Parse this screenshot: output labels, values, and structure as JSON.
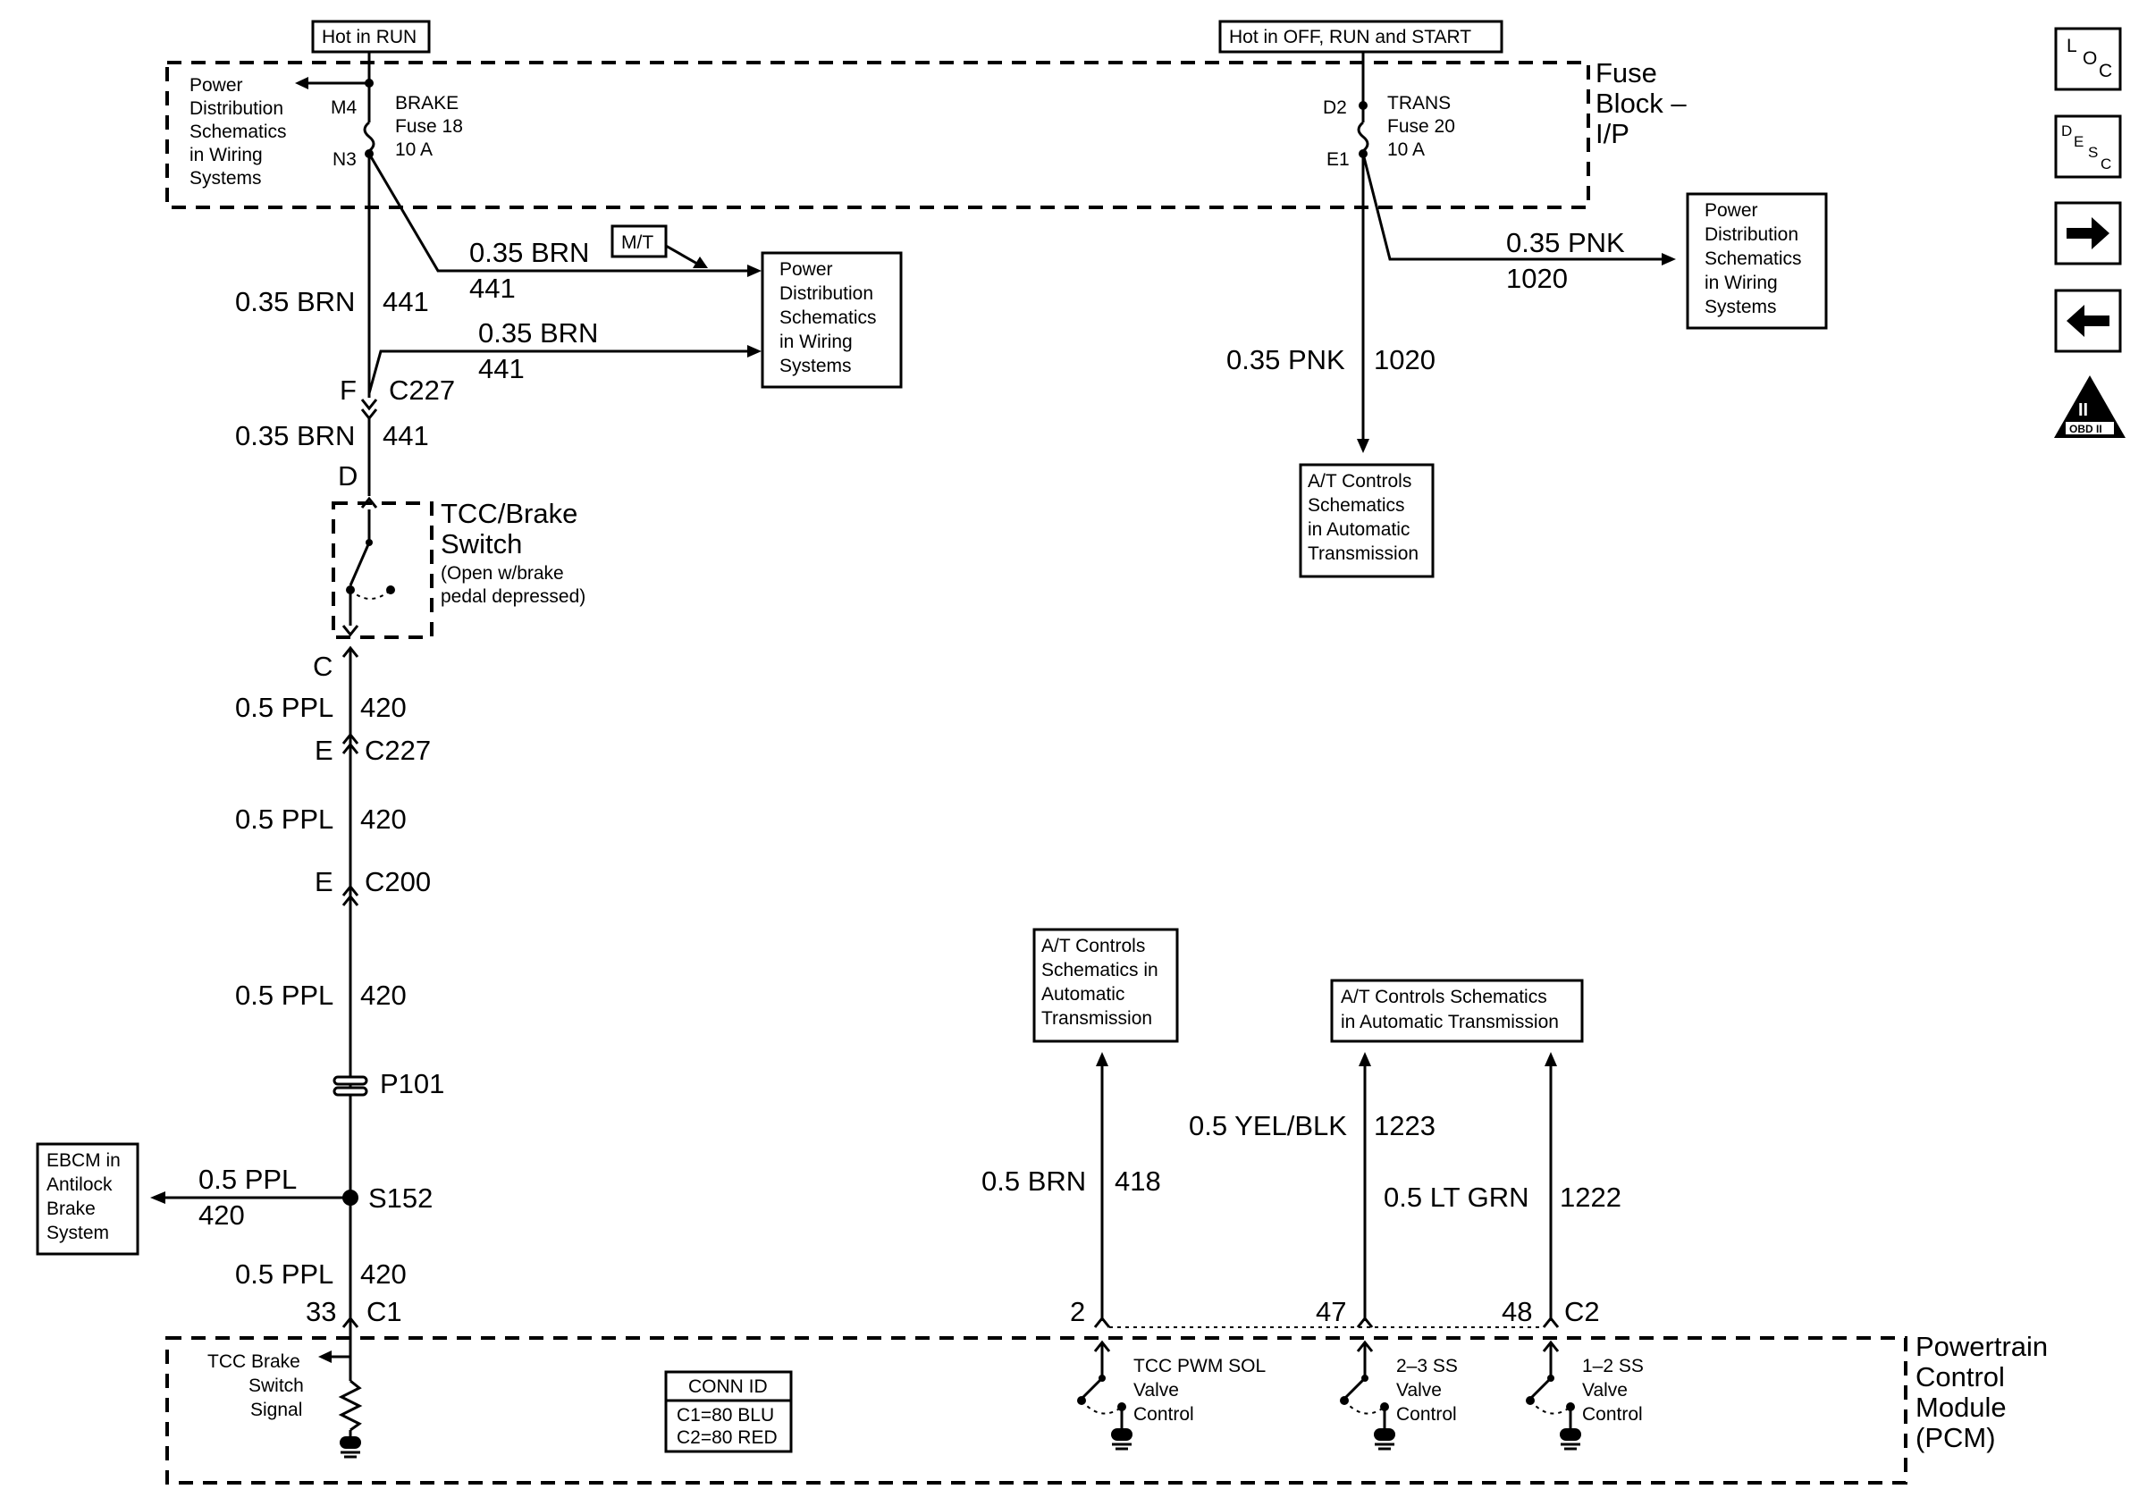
{
  "fuse_block": {
    "label_line1": "Fuse",
    "label_line2": "Block –",
    "label_line3": "I/P",
    "hot_run": "Hot in RUN",
    "hot_all": "Hot in OFF, RUN and START",
    "left_ref": [
      "Power",
      "Distribution",
      "Schematics",
      "in Wiring",
      "Systems"
    ],
    "brake_fuse": {
      "pin_in": "M4",
      "pin_out": "N3",
      "name": "BRAKE",
      "fuse": "Fuse 18",
      "rating": "10 A"
    },
    "trans_fuse": {
      "pin_in": "D2",
      "pin_out": "E1",
      "name": "TRANS",
      "fuse": "Fuse 20",
      "rating": "10 A"
    }
  },
  "left_circuit": {
    "wire_441_main": {
      "gauge": "0.35 BRN",
      "circuit": "441"
    },
    "branch_mt": {
      "gauge": "0.35 BRN",
      "circuit": "441",
      "tag": "M/T"
    },
    "branch_2": {
      "gauge": "0.35 BRN",
      "circuit": "441"
    },
    "power_ref": [
      "Power",
      "Distribution",
      "Schematics",
      "in Wiring",
      "Systems"
    ],
    "c227_top": {
      "pin": "F",
      "name": "C227"
    },
    "wire_441_lower": {
      "gauge": "0.35 BRN",
      "circuit": "441"
    },
    "switch_pin_top": "D",
    "switch": {
      "line1": "TCC/Brake",
      "line2": "Switch",
      "note1": "(Open w/brake",
      "note2": "pedal depressed)"
    },
    "switch_pin_bottom": "C",
    "wire_420_a": {
      "gauge": "0.5 PPL",
      "circuit": "420"
    },
    "c227_bottom": {
      "pin": "E",
      "name": "C227"
    },
    "wire_420_b": {
      "gauge": "0.5 PPL",
      "circuit": "420"
    },
    "c200": {
      "pin": "E",
      "name": "C200"
    },
    "wire_420_c": {
      "gauge": "0.5 PPL",
      "circuit": "420"
    },
    "p101": "P101",
    "splice": "S152",
    "ebcm_branch": {
      "gauge": "0.5 PPL",
      "circuit": "420"
    },
    "ebcm_ref": [
      "EBCM in",
      "Antilock",
      "Brake",
      "System"
    ],
    "wire_420_d": {
      "gauge": "0.5 PPL",
      "circuit": "420"
    },
    "pcm_pin": {
      "pin": "33",
      "conn": "C1"
    }
  },
  "right_trans": {
    "wire_1020_branch": {
      "gauge": "0.35 PNK",
      "circuit": "1020"
    },
    "power_ref": [
      "Power",
      "Distribution",
      "Schematics",
      "in Wiring",
      "Systems"
    ],
    "wire_1020_main": {
      "gauge": "0.35 PNK",
      "circuit": "1020"
    },
    "at_ref": [
      "A/T Controls",
      "Schematics",
      "in Automatic",
      "Transmission"
    ]
  },
  "pcm_outputs": {
    "ref_418": [
      "A/T Controls",
      "Schematics in",
      "Automatic",
      "Transmission"
    ],
    "ref_1223": [
      "A/T Controls Schematics",
      "in Automatic Transmission"
    ],
    "wire_418": {
      "gauge": "0.5 BRN",
      "circuit": "418"
    },
    "wire_1223": {
      "gauge": "0.5 YEL/BLK",
      "circuit": "1223"
    },
    "wire_1222": {
      "gauge": "0.5 LT GRN",
      "circuit": "1222"
    },
    "pin_2": "2",
    "pin_47": "47",
    "pin_48": "48",
    "conn_c2": "C2"
  },
  "pcm": {
    "name": [
      "Powertrain",
      "Control",
      "Module",
      "(PCM)"
    ],
    "tcc_signal": [
      "TCC Brake",
      "Switch",
      "Signal"
    ],
    "conn_id": {
      "title": "CONN ID",
      "c1": "C1=80 BLU",
      "c2": "C2=80 RED"
    },
    "sol_tcc": [
      "TCC PWM SOL",
      "Valve",
      "Control"
    ],
    "sol_23": [
      "2–3 SS",
      "Valve",
      "Control"
    ],
    "sol_12": [
      "1–2 SS",
      "Valve",
      "Control"
    ]
  },
  "nav": {
    "loc_icon": "L",
    "loc_o": "O",
    "loc_c": "C",
    "desc_d": "D",
    "desc_e": "E",
    "desc_s": "S",
    "desc_c": "C",
    "obd_numeral": "II",
    "obd_label": "OBD II"
  }
}
